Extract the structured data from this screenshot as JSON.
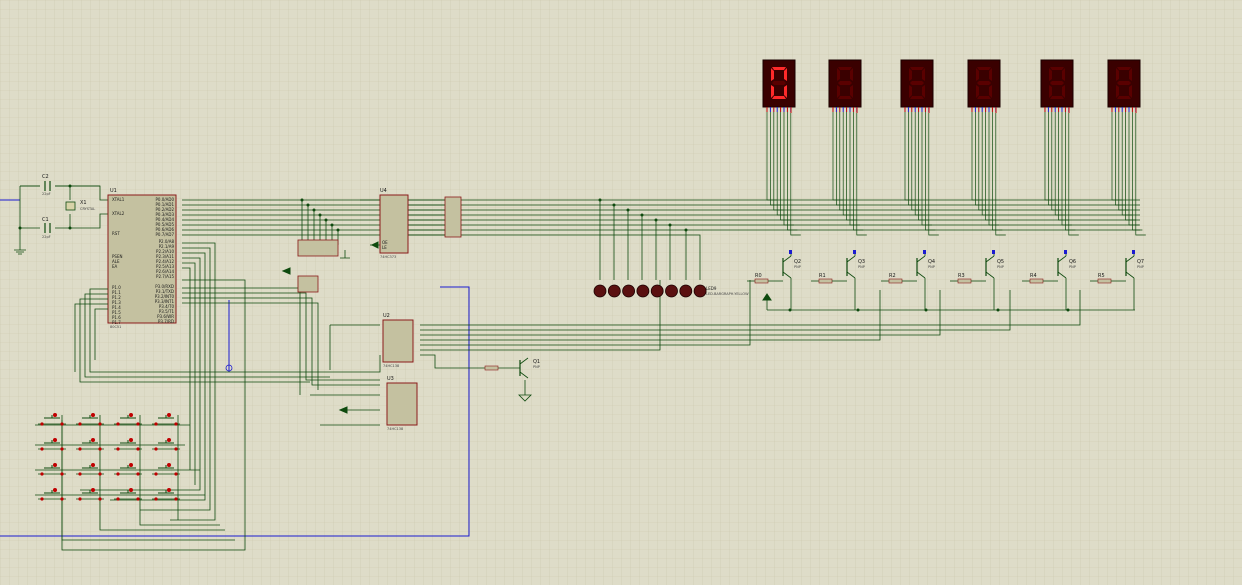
{
  "schematic": {
    "mcu": {
      "ref": "U1",
      "part": "80C51",
      "crystal_ref": "X1",
      "crystal_value": "CRYSTAL",
      "cap1_ref": "C1",
      "cap1_value": "22pF",
      "cap2_ref": "C2",
      "cap2_value": "22pF",
      "left_pins": [
        "XTAL1",
        "XTAL2",
        "RST",
        "PSEN",
        "ALE",
        "EA"
      ],
      "port1_pins": [
        "P1.0",
        "P1.1",
        "P1.2",
        "P1.3",
        "P1.4",
        "P1.5",
        "P1.6",
        "P1.7"
      ],
      "port0_pins": [
        "P0.0/AD0",
        "P0.1/AD1",
        "P0.2/AD2",
        "P0.3/AD3",
        "P0.4/AD4",
        "P0.5/AD5",
        "P0.6/AD6",
        "P0.7/AD7"
      ],
      "port2_pins": [
        "P2.0/A8",
        "P2.1/A9",
        "P2.2/A10",
        "P2.3/A11",
        "P2.4/A12",
        "P2.5/A13",
        "P2.6/A14",
        "P2.7/A15"
      ],
      "port3_pins": [
        "P3.0/RXD",
        "P3.1/TXD",
        "P3.2/INT0",
        "P3.3/INT1",
        "P3.4/T0",
        "P3.5/T1",
        "P3.6/WR",
        "P3.7/RD"
      ]
    },
    "latch": {
      "ref": "U4",
      "part": "74HC373",
      "oe_label": "OE",
      "le_label": "LE"
    },
    "decoder_u2": {
      "ref": "U2",
      "part": "74HC138"
    },
    "decoder_u3": {
      "ref": "U3",
      "part": "74HC138"
    },
    "transistor_q1": {
      "ref": "Q1",
      "type": "PNP"
    },
    "led_bar": {
      "ref": "LED9",
      "label": "LED-BARGRAPH-YELLOW",
      "count": 8
    },
    "display_digit_0": "0",
    "drivers": [
      {
        "transistor": "Q2",
        "resistor": "R0",
        "type": "PNP"
      },
      {
        "transistor": "Q3",
        "resistor": "R1",
        "type": "PNP"
      },
      {
        "transistor": "Q4",
        "resistor": "R2",
        "type": "PNP"
      },
      {
        "transistor": "Q5",
        "resistor": "R3",
        "type": "PNP"
      },
      {
        "transistor": "Q6",
        "resistor": "R4",
        "type": "PNP"
      },
      {
        "transistor": "Q7",
        "resistor": "R5",
        "type": "PNP"
      }
    ],
    "displays_count": 6,
    "keypad": {
      "rows": 4,
      "cols": 4
    },
    "colors": {
      "background": "#dedcc8",
      "grid": "#c9c6a8",
      "wire": "#0e4a0e",
      "body": "#c4c1a0",
      "body_edge": "#8b1a1a",
      "pin_red": "#c00000",
      "pin_blue": "#1b1bd0",
      "seg_on": "#ff2a2a",
      "seg_off": "#5a0000",
      "display_bg": "#3a0000",
      "led_off": "#5a1010",
      "bus_blue": "#1b1bd0"
    }
  }
}
